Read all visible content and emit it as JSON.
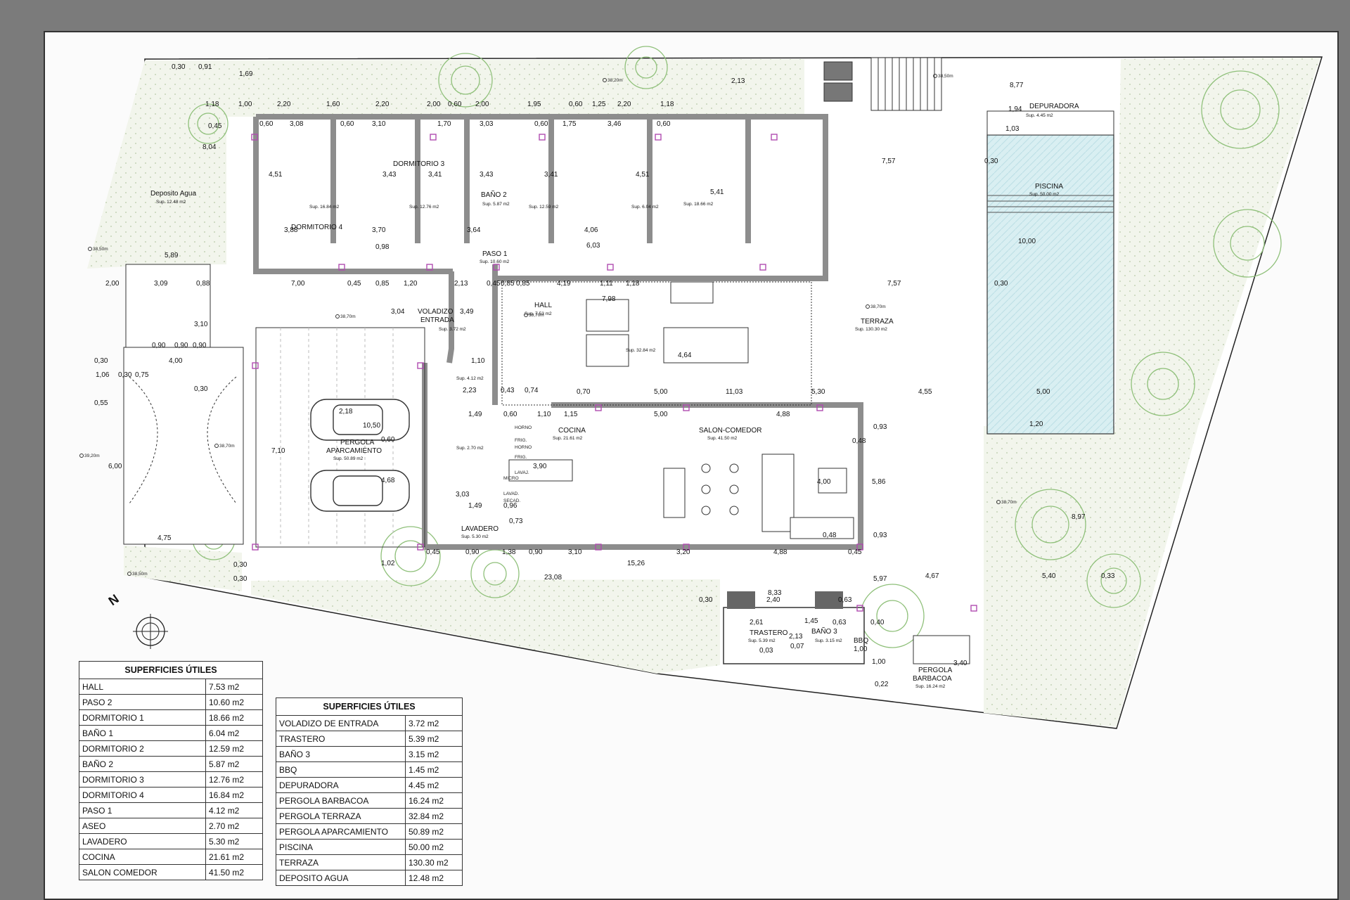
{
  "rooms": {
    "dormitorio3": "DORMITORIO 3",
    "dormitorio4": "DORMITORIO 4",
    "bano2": "BAÑO 2",
    "deposito": "Deposito Agua",
    "deposito_sup": "Sup. 12.48 m2",
    "paso1": "PASO 1",
    "paso1_sup": "Sup. 10.60 m2",
    "voladizo": "VOLADIZO",
    "entrada": "ENTRADA",
    "voladizo_sup": "Sup. 3.72 m2",
    "hall": "HALL",
    "hall_sup": "Sup. 7.53 m2",
    "terraza": "TERRAZA",
    "terraza_sup": "Sup. 130.30 m2",
    "piscina": "PISCINA",
    "piscina_sup": "Sup. 50.00 m2",
    "depuradora": "DEPURADORA",
    "depuradora_sup": "Sup. 4.45 m2",
    "cocina": "COCINA",
    "cocina_sup": "Sup. 21.61 m2",
    "salon": "SALON-COMEDOR",
    "salon_sup": "Sup. 41.50 m2",
    "pergola_ap1": "PERGOLA",
    "pergola_ap2": "APARCAMIENTO",
    "pergola_ap_sup": "Sup. 50.89 m2",
    "lavadero": "LAVADERO",
    "lavadero_sup": "Sup. 5.30 m2",
    "aseo_sup": "Sup. 2.70 m2",
    "paso2_sup": "Sup. 4.12 m2",
    "pergola_terraza_sup": "Sup. 32.84 m2",
    "trastero": "TRASTERO",
    "trastero_sup": "Sup. 5.39 m2",
    "bano3": "BAÑO 3",
    "bano3_sup": "Sup. 3.15 m2",
    "bbq": "BBQ",
    "pergola_bbq1": "PERGOLA",
    "pergola_bbq2": "BARBACOA",
    "pergola_bbq_sup": "Sup. 16.24 m2",
    "dorm_sup": [
      "Sup. 16.84 m2",
      "Sup. 12.76 m2",
      "Sup. 5.87 m2",
      "Sup. 12.59 m2",
      "Sup. 6.04 m2",
      "Sup. 18.66 m2"
    ]
  },
  "levels": [
    "38,50m",
    "38,70m",
    "38,70m",
    "38,70m",
    "38,70m",
    "38,70m",
    "38,50m",
    "39,20m",
    "38,20m",
    "38,50m"
  ],
  "dims": {
    "top_row": [
      "1,18",
      "1,00",
      "2,20",
      "1,60",
      "2,20",
      "2,00",
      "0,60",
      "2,00",
      "1,95",
      "0,60",
      "1,25",
      "2,20",
      "1,18"
    ],
    "top_inner": [
      "0,60",
      "3,08",
      "0,60",
      "3,10",
      "1,70",
      "3,03",
      "0,60",
      "1,75",
      "3,46",
      "0,60"
    ],
    "bottom_inner": [
      "3,88",
      "3,70",
      "3,64",
      "4,06"
    ],
    "room_heights": [
      "4,51",
      "3,43",
      "3,41",
      "3,43",
      "3,41",
      "4,51",
      "5,41"
    ],
    "left_misc": [
      "0,30",
      "0,91",
      "1,69",
      "2,13",
      "0,45",
      "8,04",
      "5,89",
      "8,77",
      "1,94",
      "1,03",
      "7,57",
      "0,30"
    ],
    "mid_row": [
      "2,00",
      "3,09",
      "0,88",
      "7,00",
      "0,45",
      "0,85",
      "1,20",
      "2,13",
      "0,45",
      "0,85",
      "0,85",
      "4,19",
      "1,11",
      "1,18",
      "0,98",
      "6,03",
      "7,98",
      "7,57",
      "0,30"
    ],
    "mid_misc": [
      "3,10",
      "0,90",
      "0,90",
      "0,90",
      "4,00",
      "0,30",
      "1,06",
      "0,30",
      "0,75",
      "0,30",
      "0,55",
      "3,04",
      "3,49",
      "1,10",
      "4,64",
      "10,00"
    ],
    "row_1103": [
      "0,70",
      "5,00",
      "11,03",
      "5,30",
      "4,55",
      "5,00"
    ],
    "kitchen": [
      "2,23",
      "0,43",
      "0,74",
      "1,49",
      "0,60",
      "1,10",
      "1,15",
      "5,00",
      "4,88",
      "0,48",
      "0,93",
      "2,18",
      "10,50",
      "0,60",
      "7,10",
      "4,68",
      "6,00",
      "3,90",
      "1,49",
      "3,03",
      "0,96",
      "0,73",
      "4,00",
      "5,86",
      "0,93",
      "0,48",
      "1,20"
    ],
    "bottom_row": [
      "0,45",
      "0,90",
      "1,38",
      "0,90",
      "3,10",
      "3,20",
      "4,88",
      "0,45",
      "15,26",
      "23,08",
      "1,02",
      "4,75",
      "0,30",
      "0,30",
      "5,97",
      "4,67",
      "5,40",
      "0,33",
      "8,97",
      "3,40"
    ],
    "bbq_area": [
      "8,33",
      "0,30",
      "2,40",
      "0,63",
      "2,61",
      "1,45",
      "0,63",
      "0,40",
      "2,13",
      "0,07",
      "0,03",
      "1,00",
      "1,00",
      "0,22"
    ]
  },
  "table1": {
    "title": "SUPERFICIES ÚTILES",
    "rows": [
      [
        "HALL",
        "7.53 m2"
      ],
      [
        "PASO 2",
        "10.60 m2"
      ],
      [
        "DORMITORIO 1",
        "18.66 m2"
      ],
      [
        "BAÑO 1",
        "6.04 m2"
      ],
      [
        "DORMITORIO 2",
        "12.59 m2"
      ],
      [
        "BAÑO 2",
        "5.87 m2"
      ],
      [
        "DORMITORIO 3",
        "12.76 m2"
      ],
      [
        "DORMITORIO 4",
        "16.84 m2"
      ],
      [
        "PASO 1",
        "4.12 m2"
      ],
      [
        "ASEO",
        "2.70 m2"
      ],
      [
        "LAVADERO",
        "5.30 m2"
      ],
      [
        "COCINA",
        "21.61 m2"
      ],
      [
        "SALON COMEDOR",
        "41.50 m2"
      ]
    ]
  },
  "table2": {
    "title": "SUPERFICIES ÚTILES",
    "rows": [
      [
        "VOLADIZO DE ENTRADA",
        "3.72 m2"
      ],
      [
        "TRASTERO",
        "5.39 m2"
      ],
      [
        "BAÑO 3",
        "3.15 m2"
      ],
      [
        "BBQ",
        "1.45 m2"
      ],
      [
        "DEPURADORA",
        "4.45 m2"
      ],
      [
        "PERGOLA BARBACOA",
        "16.24 m2"
      ],
      [
        "PERGOLA TERRAZA",
        "32.84 m2"
      ],
      [
        "PERGOLA APARCAMIENTO",
        "50.89 m2"
      ],
      [
        "PISCINA",
        "50.00 m2"
      ],
      [
        "TERRAZA",
        "130.30 m2"
      ],
      [
        "DEPOSITO AGUA",
        "12.48 m2"
      ]
    ]
  },
  "appliances": [
    "FRIG.",
    "FRIG.",
    "HORNO",
    "HORNO",
    "MICRO",
    "LAVAD.",
    "SECAD.",
    "LAVAJ."
  ],
  "north": "N",
  "colors": {
    "wall": "#8d8d8d",
    "grass": "#eef3e6",
    "tree": "#8fc07a",
    "pool": "#d6eef0",
    "marker": "#b04cb0"
  }
}
